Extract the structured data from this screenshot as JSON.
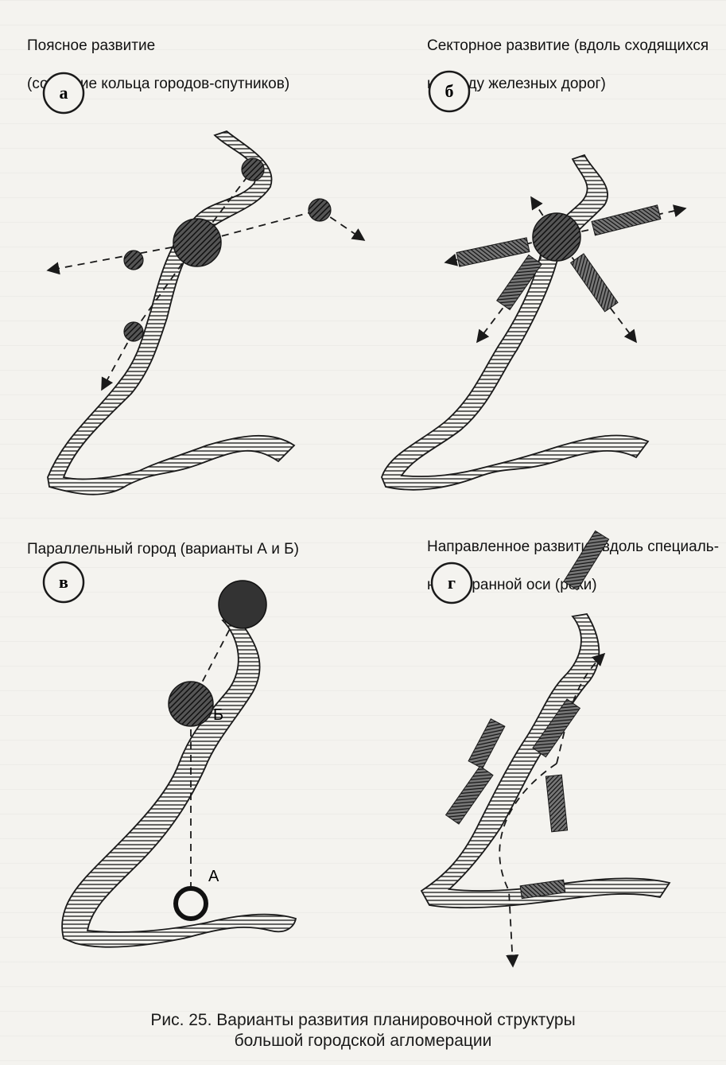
{
  "panels": {
    "a": {
      "badge": "а",
      "title_line1": "Поясное развитие",
      "title_line2": "(создание кольца городов-спутников)"
    },
    "b": {
      "badge": "б",
      "title_line1": "Секторное развитие (вдоль сходящихся",
      "title_line2": "к городу железных дорог)"
    },
    "v": {
      "badge": "в",
      "title_line1": "Параллельный город (варианты А и Б)",
      "label_B": "Б",
      "label_A": "А"
    },
    "g": {
      "badge": "г",
      "title_line1": "Направленное развитие вдоль специаль-",
      "title_line2": "но избранной оси (реки)"
    }
  },
  "figure": {
    "caption_line1": "Рис. 25. Варианты развития планировочной структуры",
    "caption_line2": "большой городской агломерации"
  },
  "colors": {
    "ink": "#1a1a1a",
    "paper": "#f4f3ef"
  }
}
